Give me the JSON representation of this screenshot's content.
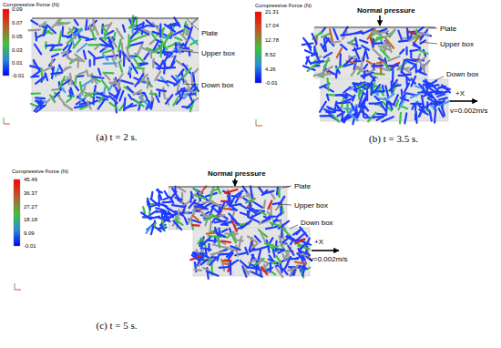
{
  "diagram": {
    "labels": [
      "Compressive Force (N)",
      "0.09",
      "0.07",
      "0.05",
      "0.03",
      "0.01",
      "-0.01",
      "Plate",
      "Upper box",
      "Down box",
      "(a) t = 2 s.",
      "Compressive Force (N)",
      "21.31",
      "17.04",
      "12.78",
      "8.52",
      "4.26",
      "-0.01",
      "Normal pressure",
      "Plate",
      "Upper box",
      "Down box",
      "+X",
      "v=0.002m/s",
      "(b) t = 3.5 s.",
      "Compressive Force (N)",
      "45.46",
      "36.37",
      "27.27",
      "18.18",
      "9.09",
      "-0.01",
      "Normal pressure",
      "Plate",
      "Upper box",
      "Down box",
      "+X",
      "v=0.002m/s",
      "(c) t = 5 s."
    ]
  }
}
